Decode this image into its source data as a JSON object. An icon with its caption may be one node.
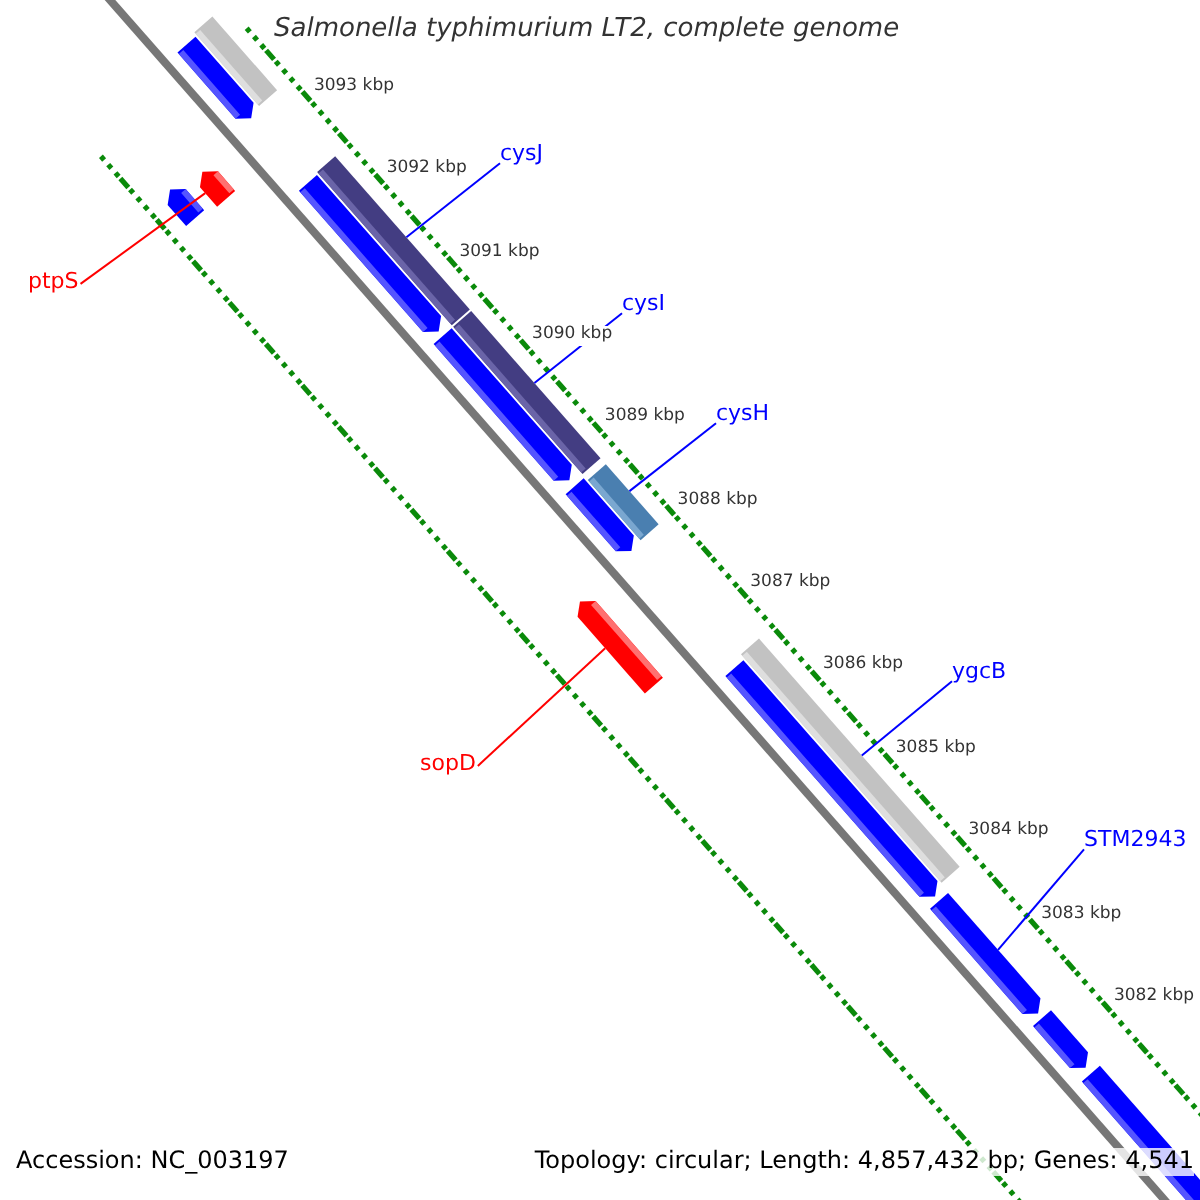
{
  "diagram": {
    "title": "Salmonella typhimurium LT2, complete genome",
    "nodes": [
      {
        "text": [
          "cysJ"
        ]
      },
      {
        "text": [
          "cysI"
        ]
      },
      {
        "text": [
          "cysH"
        ]
      },
      {
        "text": [
          "ptpS"
        ]
      },
      {
        "text": [
          "sopD"
        ]
      },
      {
        "text": [
          "ygcB"
        ]
      },
      {
        "text": [
          "STM2943"
        ]
      },
      {
        "text": [],
        "shape": "bar"
      },
      {
        "text": [],
        "shape": "bar"
      },
      {
        "text": [],
        "shape": "bar"
      },
      {
        "text": [],
        "shape": "bar"
      },
      {
        "text": [],
        "shape": "bar"
      },
      {
        "text": [],
        "shape": "bar"
      },
      {
        "text": [],
        "shape": "bar"
      }
    ],
    "edges": [
      {
        "from": 0,
        "to": 8,
        "arrow": "none"
      },
      {
        "from": 1,
        "to": 9,
        "arrow": "none"
      },
      {
        "from": 2,
        "to": 10,
        "arrow": "none"
      },
      {
        "from": 3,
        "to": 7,
        "arrow": "none",
        "color": "#ff0000"
      },
      {
        "from": 4,
        "to": 11,
        "arrow": "none",
        "color": "#ff0000"
      },
      {
        "from": 5,
        "to": 12,
        "arrow": "none"
      },
      {
        "from": 6,
        "to": 13,
        "arrow": "none"
      }
    ],
    "labels": [
      "3093 kbp",
      "3092 kbp",
      "3091 kbp",
      "3090 kbp",
      "3089 kbp",
      "3088 kbp",
      "3087 kbp",
      "3086 kbp",
      "3085 kbp",
      "3084 kbp",
      "3083 kbp",
      "3082 kbp",
      "Accession: NC_003197",
      "Topology: circular; Length: 4,857,432 bp; Genes: 4,541"
    ]
  }
}
